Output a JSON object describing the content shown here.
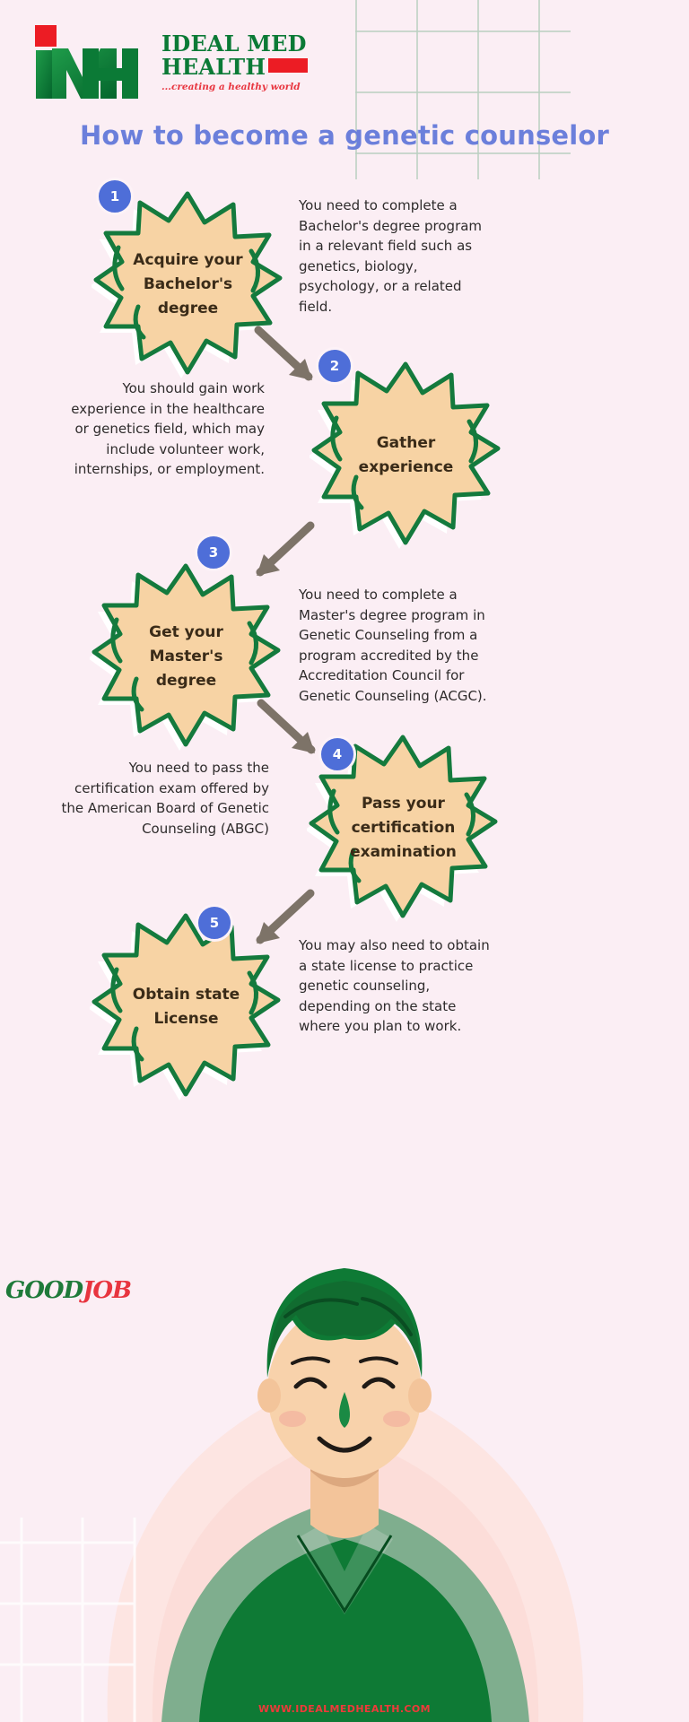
{
  "page": {
    "background_color": "#fbeef4",
    "title": "How to become a genetic counselor",
    "title_color": "#6b7fdb"
  },
  "logo": {
    "name": "ideal-med-health-logo",
    "line1": "IDEAL MED",
    "line2": "HEALTH",
    "tagline": "...creating a healthy world",
    "green": "#0b7a36",
    "red": "#ec1c24"
  },
  "steps": [
    {
      "number": "1",
      "label": "Acquire your Bachelor's degree",
      "description": "You need to complete a Bachelor's degree program in a relevant field such as genetics, biology, psychology, or a related field.",
      "side": "left"
    },
    {
      "number": "2",
      "label": "Gather experience",
      "description": "You should gain work experience in the healthcare or genetics field, which may include volunteer work, internships, or employment.",
      "side": "right"
    },
    {
      "number": "3",
      "label": "Get your Master's degree",
      "description": "You need to complete a Master's degree program in Genetic Counseling from a program accredited by the Accreditation Council for Genetic Counseling (ACGC).",
      "side": "left"
    },
    {
      "number": "4",
      "label": "Pass your certification examination",
      "description": "You need to pass the certification exam offered by the American Board of Genetic Counseling (ABGC)",
      "side": "right"
    },
    {
      "number": "5",
      "label": "Obtain state License",
      "description": "You may also need to obtain a state license to practice genetic counseling, depending on the state where you plan to work.",
      "side": "left"
    }
  ],
  "colors": {
    "burst_fill": "#f7d3a4",
    "burst_stroke": "#147a3d",
    "badge_fill": "#4e6ed8",
    "badge_text": "#ffffff",
    "arrow": "#7d7368",
    "body_text": "#2e2b2b",
    "grid": "#b9cfc0"
  },
  "watermark": {
    "part1": "GOOD",
    "part2": "JOB"
  },
  "footer": {
    "url": "WWW.IDEALMEDHEALTH.COM"
  }
}
